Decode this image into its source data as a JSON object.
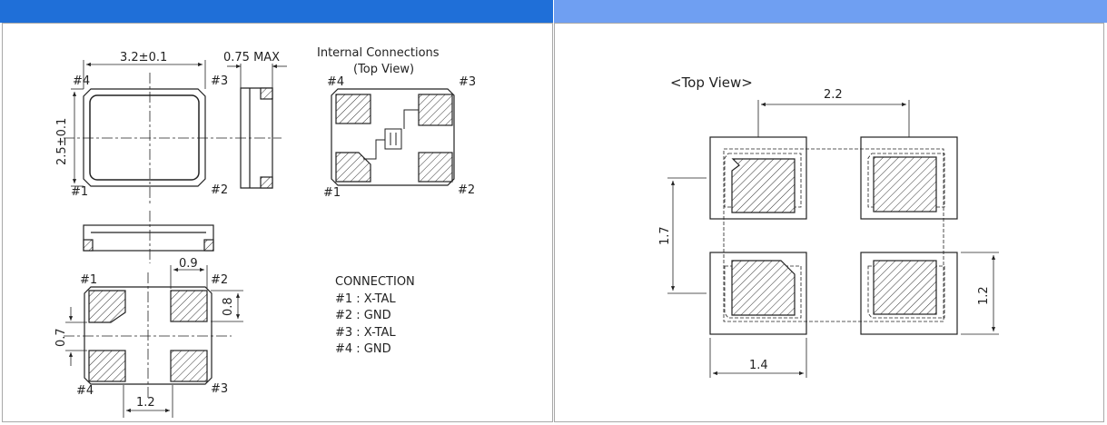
{
  "left": {
    "dim_width": "3.2±0.1",
    "dim_thickness": "0.75 MAX",
    "dim_height": "2.5±0.1",
    "pin1": "#1",
    "pin2": "#2",
    "pin3": "#3",
    "pin4": "#4",
    "internal_title": "Internal Connections",
    "internal_subtitle": "(Top View)",
    "dim_pad_width": "0.9",
    "dim_pad_height": "0.8",
    "dim_pad_gap": "0.7",
    "dim_pad_pitch": "1.2",
    "connection_title": "CONNECTION",
    "connections": [
      "#1 : X-TAL",
      "#2 : GND",
      "#3 : X-TAL",
      "#4 : GND"
    ]
  },
  "right": {
    "top_view": "<Top View>",
    "dim_pitch_x": "2.2",
    "dim_pitch_y": "1.7",
    "dim_land_height": "1.2",
    "dim_land_width": "1.4"
  }
}
